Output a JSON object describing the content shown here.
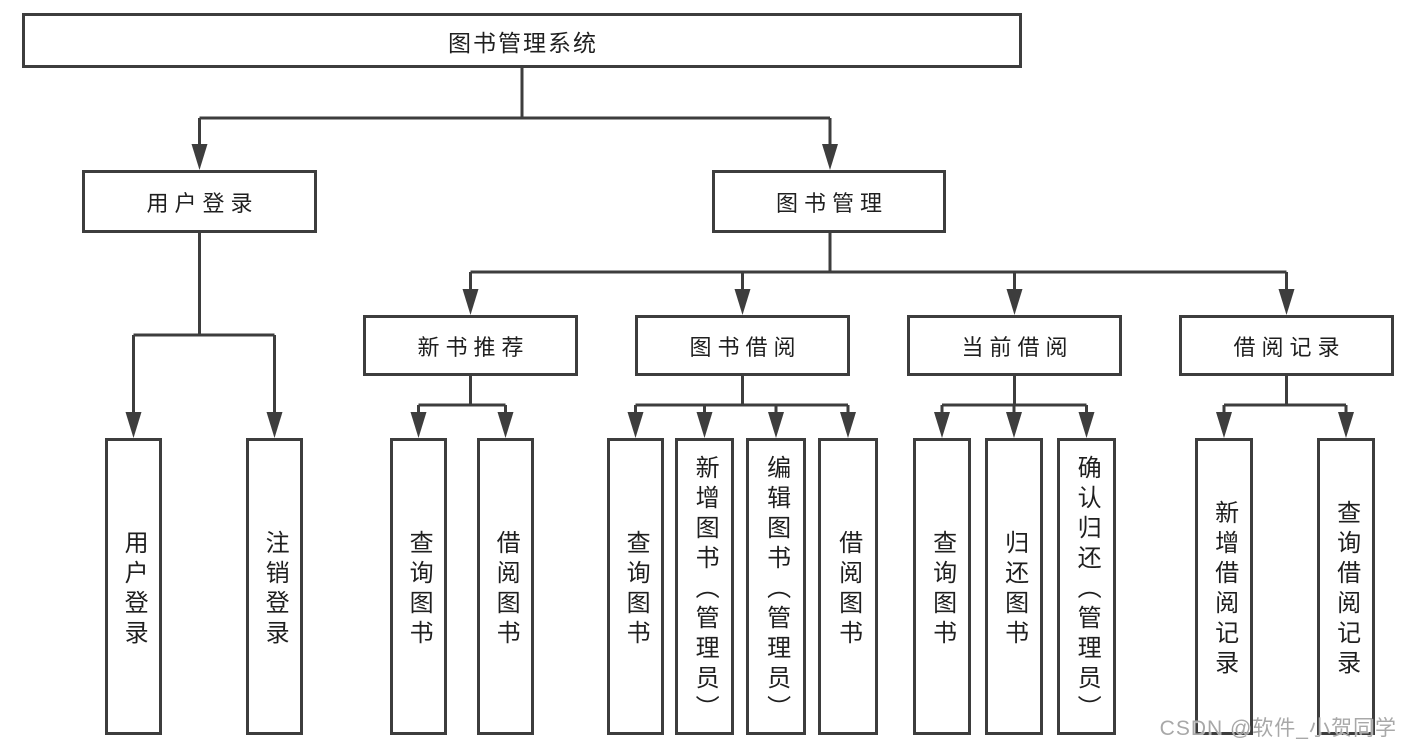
{
  "colors": {
    "line": "#3d3d3d",
    "text": "#1f1f1f",
    "box_bg": "#ffffff",
    "watermark": "#a8a8a8",
    "page_bg": "#ffffff"
  },
  "watermark": {
    "text": "CSDN @软件_小贺同学"
  },
  "diagram": {
    "type": "tree",
    "root": {
      "label": "图书管理系统",
      "children": [
        {
          "label": "用户登录",
          "children": [
            {
              "label": "用户登录"
            },
            {
              "label": "注销登录"
            }
          ]
        },
        {
          "label": "图书管理",
          "children": [
            {
              "label": "新书推荐",
              "children": [
                {
                  "label": "查询图书"
                },
                {
                  "label": "借阅图书"
                }
              ]
            },
            {
              "label": "图书借阅",
              "children": [
                {
                  "label": "查询图书"
                },
                {
                  "label": "新增图书（管理员）"
                },
                {
                  "label": "编辑图书（管理员）"
                },
                {
                  "label": "借阅图书"
                }
              ]
            },
            {
              "label": "当前借阅",
              "children": [
                {
                  "label": "查询图书"
                },
                {
                  "label": "归还图书"
                },
                {
                  "label": "确认归还（管理员）"
                }
              ]
            },
            {
              "label": "借阅记录",
              "children": [
                {
                  "label": "新增借阅记录"
                },
                {
                  "label": "查询借阅记录"
                }
              ]
            }
          ]
        }
      ]
    }
  }
}
